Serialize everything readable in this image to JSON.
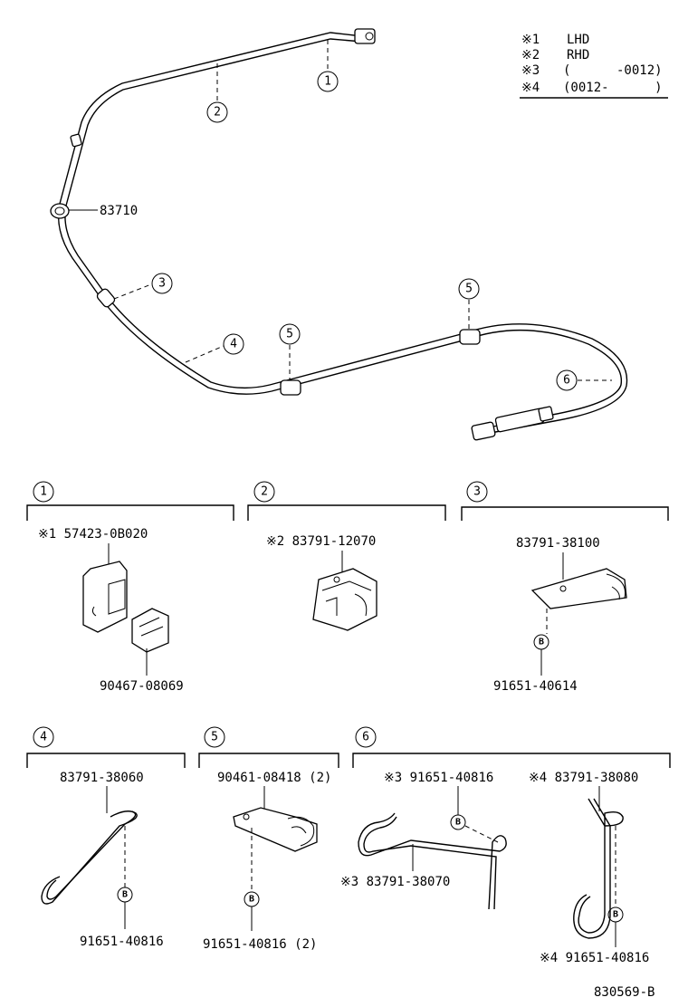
{
  "legend": [
    {
      "mark": "※1",
      "text": "LHD"
    },
    {
      "mark": "※2",
      "text": "RHD"
    },
    {
      "mark": "※3",
      "text": "(      -0012)"
    },
    {
      "mark": "※4",
      "text": "(0012-      )"
    }
  ],
  "overview": {
    "label_83710": "83710",
    "callouts": {
      "c1": "1",
      "c2": "2",
      "c3": "3",
      "c4": "4",
      "c5a": "5",
      "c5b": "5",
      "c6": "6"
    }
  },
  "sections": {
    "s1": {
      "num": "1",
      "part_top": "※1 57423-0B020",
      "part_bottom": "90467-08069"
    },
    "s2": {
      "num": "2",
      "part_top": "※2 83791-12070"
    },
    "s3": {
      "num": "3",
      "part_top": "83791-38100",
      "part_bottom": "91651-40614",
      "badge": "B"
    },
    "s4": {
      "num": "4",
      "part_top": "83791-38060",
      "part_bottom": "91651-40816",
      "badge": "B"
    },
    "s5": {
      "num": "5",
      "part_top": "90461-08418 (2)",
      "part_bottom": "91651-40816 (2)",
      "badge": "B"
    },
    "s6": {
      "num": "6",
      "left_top": "※3 91651-40816",
      "left_bottom": "※3 83791-38070",
      "left_badge": "B",
      "right_top": "※4 83791-38080",
      "right_bottom": "※4 91651-40816",
      "right_badge": "B"
    }
  },
  "footer": {
    "code": "830569-B"
  }
}
